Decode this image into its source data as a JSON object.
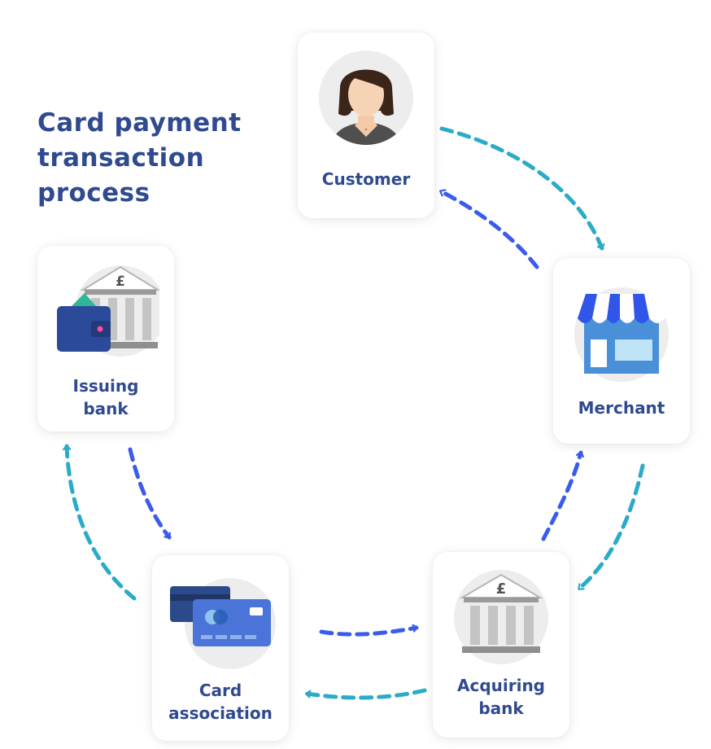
{
  "title": "Card payment transaction process",
  "colors": {
    "title": "#2f4a8f",
    "arrow_dark": "#3a5bec",
    "arrow_light": "#2aabc8",
    "icon_bg": "#ededed"
  },
  "nodes": {
    "customer": {
      "label": "Customer",
      "icon": "customer-woman-icon"
    },
    "merchant": {
      "label": "Merchant",
      "icon": "storefront-icon"
    },
    "acquiring": {
      "label": "Acquiring\nbank",
      "icon": "bank-pound-icon"
    },
    "association": {
      "label": "Card\nassociation",
      "icon": "credit-cards-icon"
    },
    "issuing": {
      "label": "Issuing\nbank",
      "icon": "bank-wallet-icon"
    }
  }
}
